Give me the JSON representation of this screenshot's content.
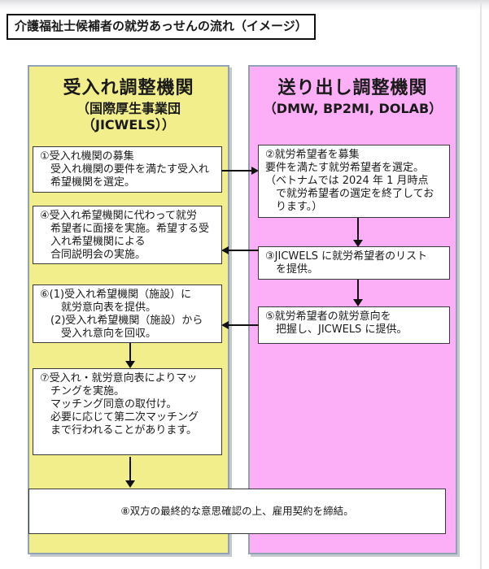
{
  "page": {
    "title": "介護福祉士候補者の就労あっせんの流れ（イメージ）"
  },
  "colors": {
    "left_column_bg": "#f1ee8b",
    "right_column_bg": "#fcaff7",
    "column_border": "#92a2b6",
    "box_border": "#3a3a3a",
    "arrow": "#111111"
  },
  "columns": {
    "left": {
      "title": "受入れ調整機関",
      "subtitle_line1": "（国際厚生事業団",
      "subtitle_line2": "（JICWELS））",
      "boxes": {
        "step1": "①受入れ機関の募集\n　受入れ機関の要件を満たす受入れ\n　希望機関を選定。",
        "step4": "④受入れ希望機関に代わって就労\n　希望者に面接を実施。希望する受\n　入れ希望機関による\n　合同説明会の実施。",
        "step6": "⑥(1)受入れ希望機関（施設）に\n　　就労意向表を提供。\n　(2)受入れ希望機関（施設）から\n　　受入れ意向を回収。",
        "step7": "⑦受入れ・就労意向表によりマッ\n　チングを実施。\n　マッチング同意の取付け。\n　必要に応じて第二次マッチング\n　まで行われることがあります。"
      }
    },
    "right": {
      "title": "送り出し調整機関",
      "subtitle_line1": "（DMW, BP2MI, DOLAB）",
      "boxes": {
        "step2": "②就労希望者を募集\n要件を満たす就労希望者を選定。\n（ベトナムでは 2024 年 1 月時点\n　で就労希望者の選定を終了してお\n　ります。）",
        "step3": "③JICWELS に就労希望者のリスト\n　を提供。",
        "step5": "⑤就労希望者の就労意向を\n　把握し、JICWELS に提供。"
      }
    }
  },
  "footer_box": {
    "step8": "⑧双方の最終的な意思確認の上、雇用契約を締結。"
  }
}
